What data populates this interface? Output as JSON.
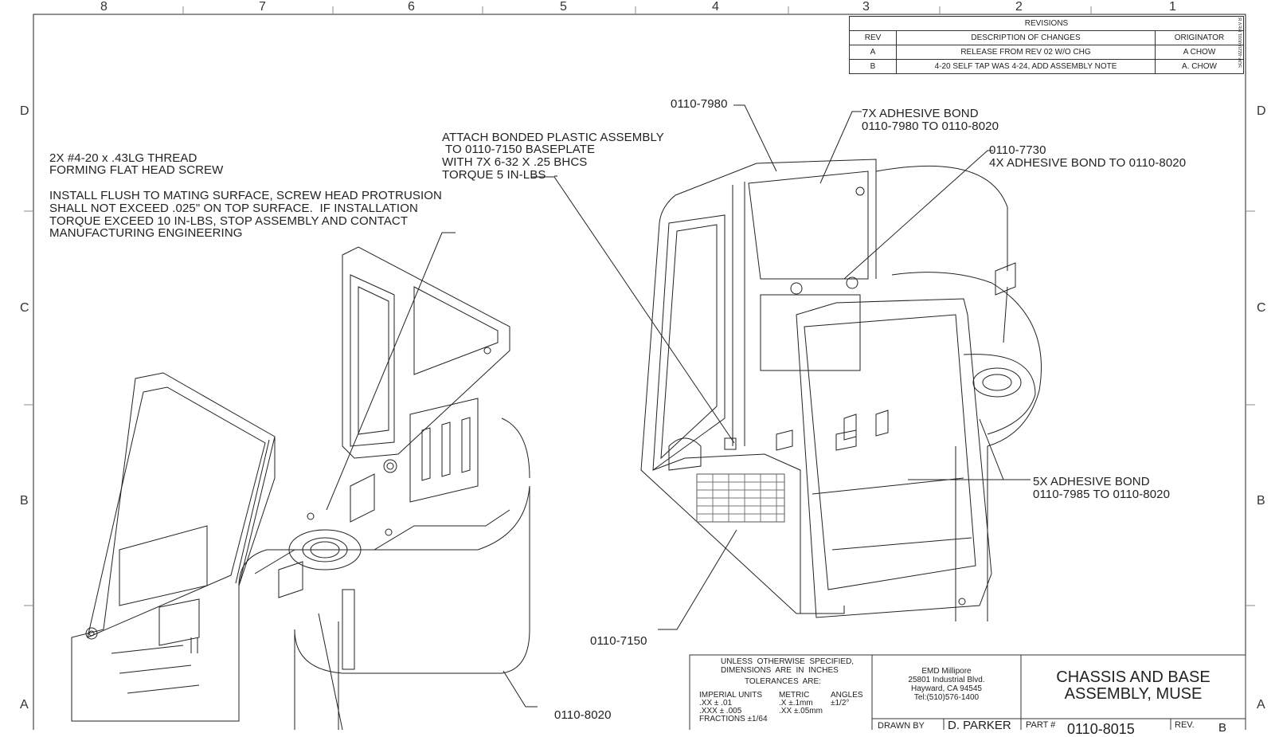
{
  "zones": {
    "columns": [
      "8",
      "7",
      "6",
      "5",
      "4",
      "3",
      "2",
      "1"
    ],
    "rows": [
      "D",
      "C",
      "B",
      "A"
    ]
  },
  "revisions": {
    "title": "REVISIONS",
    "side_label": "SOP-9220-0001 REV B",
    "headers": [
      "REV",
      "DESCRIPTION OF CHANGES",
      "ORIGINATOR"
    ],
    "rows": [
      [
        "A",
        "RELEASE FROM REV 02 W/O CHG",
        "A CHOW"
      ],
      [
        "B",
        "4-20 SELF TAP WAS 4-24, ADD ASSEMBLY NOTE",
        "A. CHOW"
      ]
    ]
  },
  "notes": {
    "screw_line1": "2X #4-20 x .43LG THREAD",
    "screw_line2": "FORMING FLAT HEAD SCREW",
    "install_line1": "INSTALL FLUSH TO MATING SURFACE, SCREW HEAD PROTRUSION",
    "install_line2": "SHALL NOT EXCEED .025\" ON TOP SURFACE.  IF INSTALLATION",
    "install_line3": "TORQUE EXCEED 10 IN-LBS, STOP ASSEMBLY AND CONTACT",
    "install_line4": "MANUFACTURING ENGINEERING",
    "attach_line1": "ATTACH BONDED PLASTIC ASSEMBLY",
    "attach_line2": " TO 0110-7150 BASEPLATE",
    "attach_line3": "WITH 7X 6-32 X .25 BHCS",
    "attach_line4": "TORQUE 5 IN-LBS"
  },
  "callouts": {
    "part_7980": "0110-7980",
    "bond7_line1": "7X ADHESIVE BOND",
    "bond7_line2": "0110-7980 TO 0110-8020",
    "part_7730": "0110-7730",
    "bond4": "4X ADHESIVE BOND TO 0110-8020",
    "bond5_line1": "5X ADHESIVE BOND",
    "bond5_line2": "0110-7985 TO 0110-8020",
    "part_7150": "0110-7150",
    "part_8020": "0110-8020"
  },
  "title_block": {
    "unless_line1": "UNLESS  OTHERWISE  SPECIFIED,",
    "unless_line2": "DIMENSIONS  ARE  IN  INCHES",
    "tolerances": "TOLERANCES  ARE:",
    "imperial_label": "IMPERIAL UNITS",
    "imperial_1": ".XX ± .01",
    "imperial_2": ".XXX ± .005",
    "fractions": "FRACTIONS ±1/64",
    "metric_label": "METRIC",
    "metric_1": ".X ±.1mm",
    "metric_2": ".XX ±.05mm",
    "angles_label": "ANGLES",
    "angles_value": "±1/2°",
    "company": "EMD Millipore",
    "address1": "25801 Industrial Blvd.",
    "address2": "Hayward, CA 94545",
    "phone": "Tel:(510)576-1400",
    "title_line1": "CHASSIS AND BASE",
    "title_line2": "ASSEMBLY, MUSE",
    "drawn_by_label": "DRAWN BY",
    "drawn_by": "D. PARKER",
    "part_label": "PART #",
    "part_number": "0110-8015",
    "rev_label": "REV.",
    "rev_value": "B"
  }
}
